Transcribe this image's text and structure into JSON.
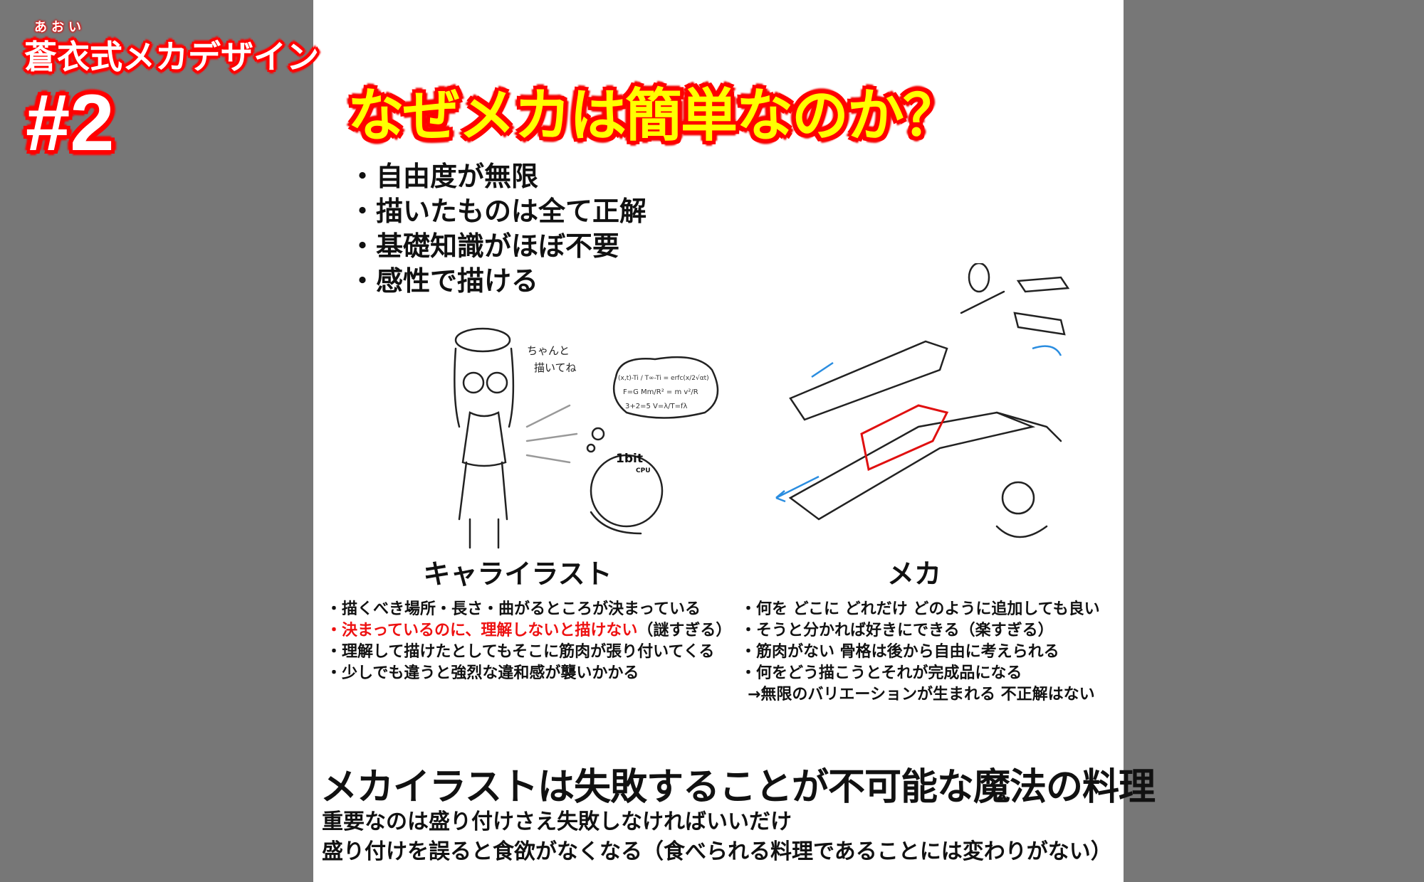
{
  "series": {
    "ruby": "あおい",
    "title": "蒼衣式メカデザイン",
    "episode": "#2"
  },
  "main_title": "なぜメカは簡単なのか？",
  "reasons": [
    "自由度が無限",
    "描いたものは全て正解",
    "基礎知識がほぼ不要",
    "感性で描ける"
  ],
  "character": {
    "label": "キャライラスト",
    "sketch_text": {
      "speech": [
        "ちゃんと",
        "描いてね"
      ],
      "cpu": "1bit",
      "cpu_sub": "CPU",
      "formulas": [
        "(x,t)-Ti / T∞-Ti = erfc(x/2√αt)",
        "F=G Mm/R² = m v²/R",
        "3+2=5  V=λ/T=fλ"
      ]
    },
    "points": [
      {
        "text": "描くべき場所・長さ・曲がるところが決まっている"
      },
      {
        "text": "決まっているのに、理解しないと描けない",
        "aside": "（謎すぎる）",
        "highlight": true
      },
      {
        "text": "理解して描けたとしてもそこに筋肉が張り付いてくる"
      },
      {
        "text": "少しでも違うと強烈な違和感が襲いかかる"
      }
    ]
  },
  "mecha": {
    "label": "メカ",
    "points": [
      "何を どこに どれだけ どのように追加しても良い",
      "そうと分かれば好きにできる（楽すぎる）",
      "筋肉がない 骨格は後から自由に考えられる",
      "何をどう描こうとそれが完成品になる"
    ],
    "result": "→無限のバリエーションが生まれる 不正解はない"
  },
  "conclusion": {
    "headline": "メカイラストは失敗することが不可能な魔法の料理",
    "lines": [
      "重要なのは盛り付けさえ失敗しなければいいだけ",
      "盛り付けを誤ると食欲がなくなる（食べられる料理であることには変わりがない）"
    ]
  },
  "colors": {
    "background": "#777777",
    "panel": "#ffffff",
    "title_fill": "#ffff00",
    "title_outline": "#ff0000",
    "highlight": "#ee1111",
    "sketch_accent": "#2a8de0"
  }
}
